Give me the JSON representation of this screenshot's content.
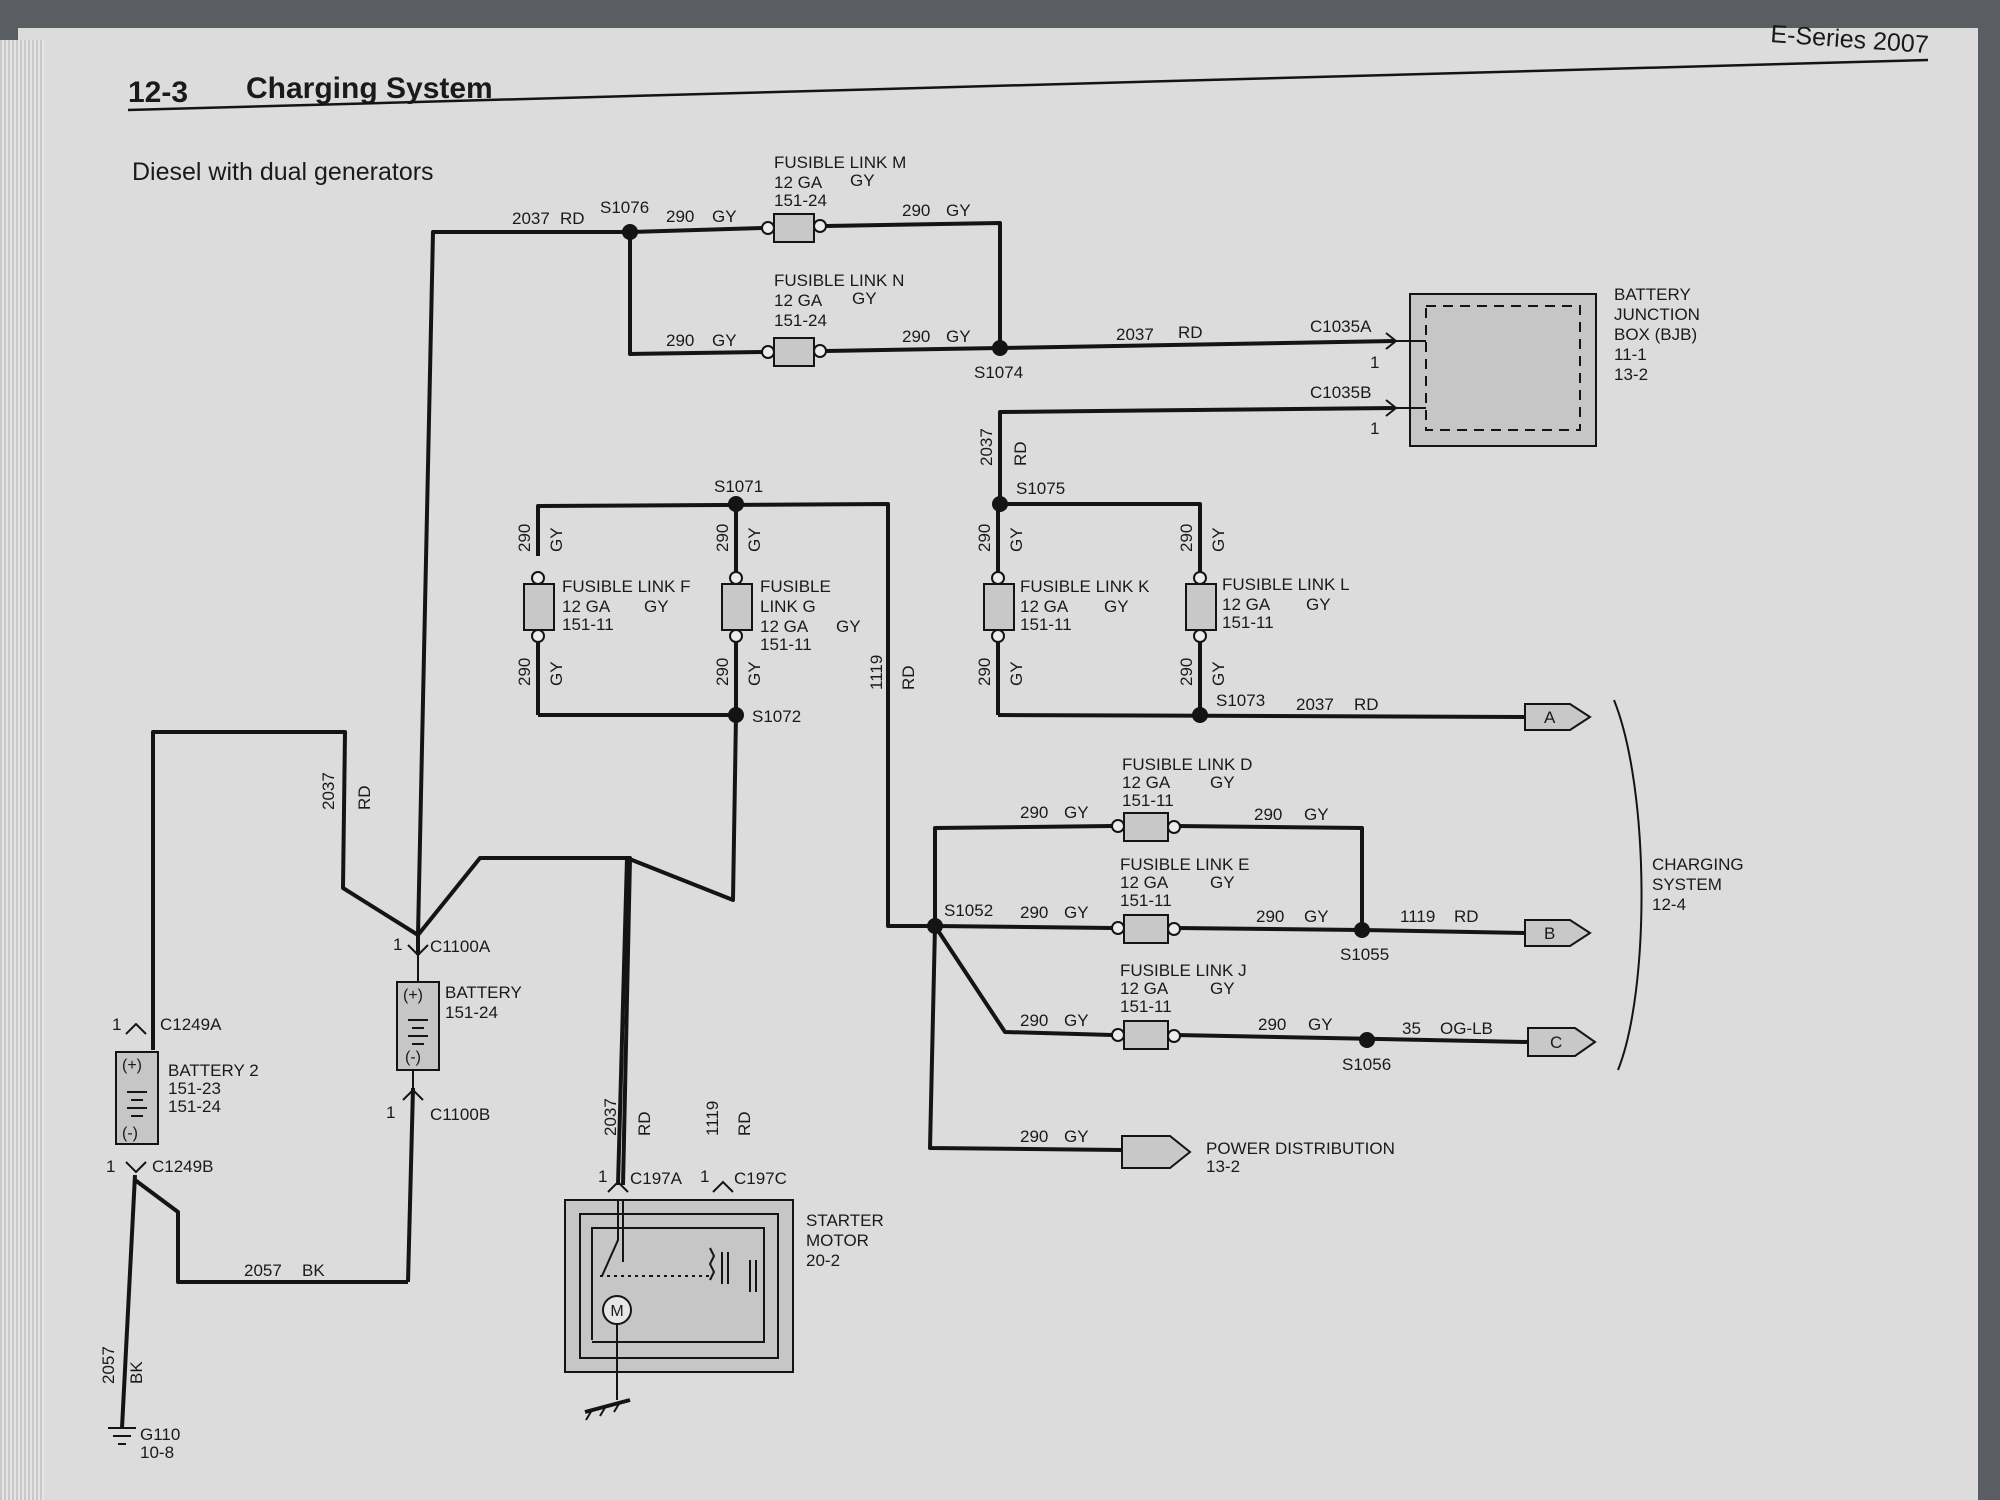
{
  "header": {
    "page_number": "12-3",
    "title": "Charging System",
    "series": "E-Series 2007"
  },
  "subtitle": "Diesel with dual generators",
  "fusible_links": {
    "M": {
      "name": "FUSIBLE LINK M",
      "gauge": "12 GA",
      "ref": "151-24",
      "color": "GY"
    },
    "N": {
      "name": "FUSIBLE LINK N",
      "gauge": "12 GA",
      "ref": "151-24",
      "color": "GY"
    },
    "F": {
      "name": "FUSIBLE LINK F",
      "gauge": "12 GA",
      "ref": "151-11",
      "color": "GY"
    },
    "G": {
      "name1": "FUSIBLE",
      "name2": "LINK G",
      "gauge": "12 GA",
      "ref": "151-11",
      "color": "GY"
    },
    "K": {
      "name": "FUSIBLE LINK K",
      "gauge": "12 GA",
      "ref": "151-11",
      "color": "GY"
    },
    "L": {
      "name": "FUSIBLE LINK L",
      "gauge": "12 GA",
      "ref": "151-11",
      "color": "GY"
    },
    "D": {
      "name": "FUSIBLE LINK D",
      "gauge": "12 GA",
      "ref": "151-11",
      "color": "GY"
    },
    "E": {
      "name": "FUSIBLE LINK E",
      "gauge": "12 GA",
      "ref": "151-11",
      "color": "GY"
    },
    "J": {
      "name": "FUSIBLE LINK J",
      "gauge": "12 GA",
      "ref": "151-11",
      "color": "GY"
    }
  },
  "splices": {
    "S1076": "S1076",
    "S1074": "S1074",
    "S1071": "S1071",
    "S1072": "S1072",
    "S1075": "S1075",
    "S1073": "S1073",
    "S1052": "S1052",
    "S1055": "S1055",
    "S1056": "S1056"
  },
  "connectors": {
    "C1035A": "C1035A",
    "C1035B": "C1035B",
    "C1100A": "C1100A",
    "C1100B": "C1100B",
    "C1249A": "C1249A",
    "C1249B": "C1249B",
    "C197A": "C197A",
    "C197C": "C197C",
    "pin": "1"
  },
  "circuits": {
    "c2037": "2037",
    "c290": "290",
    "c1119": "1119",
    "c2057": "2057",
    "c35": "35"
  },
  "colors": {
    "RD": "RD",
    "GY": "GY",
    "BK": "BK",
    "OGLB": "OG-LB"
  },
  "components": {
    "bjb": {
      "l1": "BATTERY",
      "l2": "JUNCTION",
      "l3": "BOX (BJB)",
      "r1": "11-1",
      "r2": "13-2"
    },
    "battery": {
      "name": "BATTERY",
      "ref": "151-24",
      "plus": "(+)",
      "minus": "(-)"
    },
    "battery2": {
      "name": "BATTERY 2",
      "ref1": "151-23",
      "ref2": "151-24",
      "plus": "(+)",
      "minus": "(-)"
    },
    "starter": {
      "l1": "STARTER",
      "l2": "MOTOR",
      "ref": "20-2",
      "m": "M"
    },
    "ground": {
      "name": "G110",
      "ref": "10-8"
    }
  },
  "offpage": {
    "A": "A",
    "B": "B",
    "C": "C",
    "charging": {
      "l1": "CHARGING",
      "l2": "SYSTEM",
      "ref": "12-4"
    },
    "power": {
      "l1": "POWER DISTRIBUTION",
      "ref": "13-2"
    }
  }
}
